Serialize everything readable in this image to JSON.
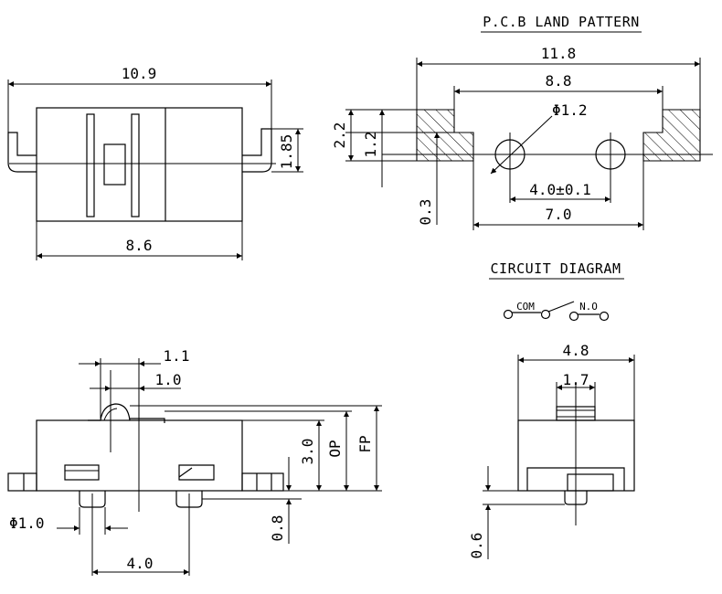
{
  "titles": {
    "pcb_land_pattern": "P.C.B LAND PATTERN",
    "circuit_diagram": "CIRCUIT DIAGRAM"
  },
  "top_view": {
    "overall_width": "10.9",
    "body_width": "8.6",
    "terminal_height": "1.85"
  },
  "pcb_pattern": {
    "overall_width": "11.8",
    "inner_width": "8.8",
    "hole_diameter": "Φ1.2",
    "hole_spacing": "4.0±0.1",
    "pad_gap": "7.0",
    "pad_height": "2.2",
    "pad_step": "1.2",
    "pad_offset": "0.3"
  },
  "circuit": {
    "com_label": "COM",
    "no_label": "N.O"
  },
  "front_view": {
    "actuator_width_1": "1.1",
    "actuator_width_2": "1.0",
    "pin_diameter": "Φ1.0",
    "pin_spacing": "4.0",
    "pin_length": "0.8",
    "body_height": "3.0",
    "operating_position": "OP",
    "free_position": "FP"
  },
  "side_view": {
    "overall_width": "4.8",
    "actuator_width": "1.7",
    "pin_length": "0.6"
  }
}
